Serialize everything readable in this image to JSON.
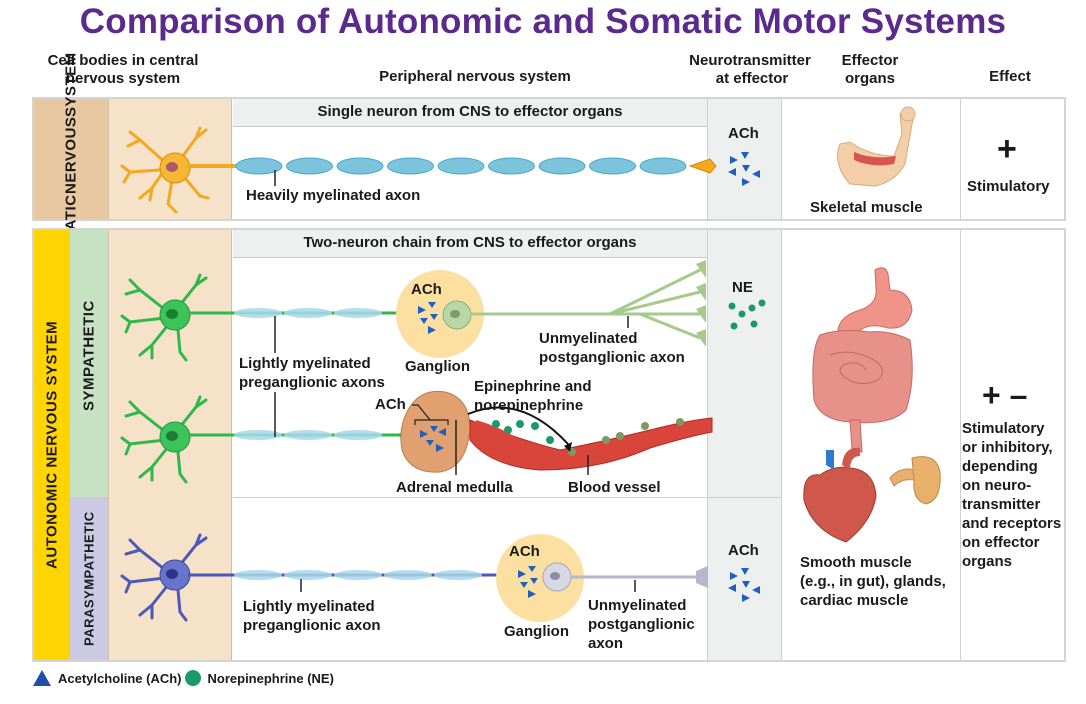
{
  "title": "Comparison of Autonomic and Somatic Motor Systems",
  "column_headers": {
    "cell_bodies": "Cell bodies in central nervous system",
    "cell_bodies_line1": "Cell bodies in central",
    "cell_bodies_line2": "nervous system",
    "peripheral": "Peripheral nervous system",
    "neurotransmitter_line1": "Neurotransmitter",
    "neurotransmitter_line2": "at effector",
    "effector_line1": "Effector",
    "effector_line2": "organs",
    "effect": "Effect"
  },
  "somatic": {
    "row_label_line1": "SOMATIC",
    "row_label_line2": "NERVOUS",
    "row_label_line3": "SYSTEM",
    "band_text": "Single neuron from CNS to effector organs",
    "axon_label": "Heavily myelinated axon",
    "neurotransmitter": "ACh",
    "effector_organ": "Skeletal muscle",
    "effect_symbol": "+",
    "effect_text": "Stimulatory",
    "colors": {
      "label_bg": "#e8c8a0",
      "neuron": "#f2a91e",
      "myelin": "#7cc4dc"
    }
  },
  "autonomic": {
    "row_label": "AUTONOMIC NERVOUS SYSTEM",
    "band_text": "Two-neuron chain from CNS to effector organs",
    "colors": {
      "label_bg": "#ffd400",
      "sympathetic_bg": "#c5e2c2",
      "parasympathetic_bg": "#ccc9e4",
      "cns_bg": "#f5e2c8"
    },
    "sympathetic": {
      "label": "SYMPATHETIC",
      "ganglion_nt": "ACh",
      "ganglion_label": "Ganglion",
      "preganglionic_label_line1": "Lightly myelinated",
      "preganglionic_label_line2": "preganglionic axons",
      "postganglionic_label_line1": "Unmyelinated",
      "postganglionic_label_line2": "postganglionic axon",
      "adrenal_nt": "ACh",
      "hormone_label_line1": "Epinephrine and",
      "hormone_label_line2": "norepinephrine",
      "adrenal_label": "Adrenal medulla",
      "vessel_label": "Blood vessel",
      "neurotransmitter": "NE",
      "colors": {
        "neuron": "#2fb84a",
        "postganglionic": "#a6c98c"
      }
    },
    "parasympathetic": {
      "label": "PARASYMPATHETIC",
      "ganglion_nt": "ACh",
      "ganglion_label": "Ganglion",
      "preganglionic_label_line1": "Lightly myelinated",
      "preganglionic_label_line2": "preganglionic axon",
      "postganglionic_label_line1": "Unmyelinated",
      "postganglionic_label_line2": "postganglionic",
      "postganglionic_label_line3": "axon",
      "neurotransmitter": "ACh",
      "colors": {
        "neuron": "#4b59b8",
        "postganglionic": "#b6b6cc"
      }
    },
    "effector_organs_line1": "Smooth muscle",
    "effector_organs_line2": "(e.g., in gut), glands,",
    "effector_organs_line3": "cardiac muscle",
    "effect_symbol": "+ –",
    "effect_text_lines": [
      "Stimulatory",
      "or inhibitory,",
      "depending",
      "on neuro-",
      "transmitter",
      "and receptors",
      "on effector",
      "organs"
    ]
  },
  "legend": {
    "ach_label": "Acetylcholine (ACh)",
    "ne_label": "Norepinephrine (NE)",
    "ach_color": "#1f4fa8",
    "ne_color": "#1a9a6a"
  }
}
